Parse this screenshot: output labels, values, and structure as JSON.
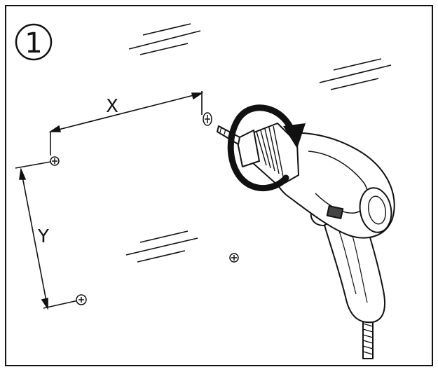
{
  "step": {
    "number": "1"
  },
  "dimensions": {
    "x_label": "X",
    "y_label": "Y"
  },
  "colors": {
    "ink": "#111111",
    "paper": "#ffffff"
  },
  "icons": {
    "drill": "power-drill-icon",
    "rotation": "rotation-arrow-icon",
    "hole": "screw-hole-icon",
    "surface": "wall-hatch-icon"
  }
}
